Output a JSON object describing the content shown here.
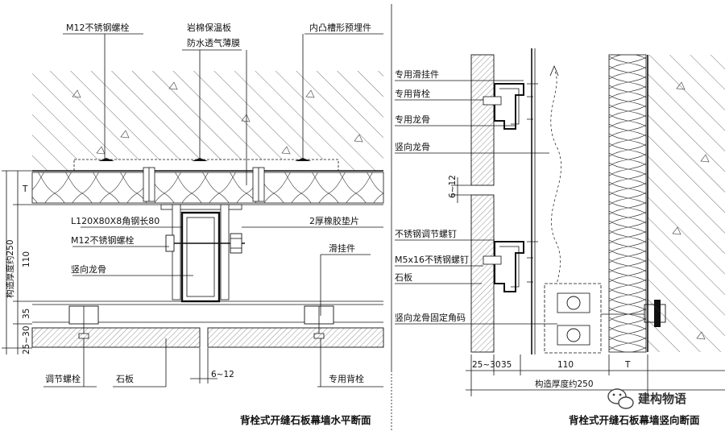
{
  "left_view": {
    "title": "背栓式开缝石板幕墙水平断面",
    "labels": {
      "bolt_top": "M12不锈钢螺栓",
      "insulation": "岩棉保温板",
      "membrane": "防水透气薄膜",
      "embed": "内凸槽形预埋件",
      "angle_steel": "L120X80X8角钢长80",
      "rubber_pad": "2厚橡胶垫片",
      "bolt_mid": "M12不锈钢螺栓",
      "mullion": "竖向龙骨",
      "slide_hanger": "滑挂件",
      "adjust_bolt": "调节螺栓",
      "stone": "石板",
      "back_bolt": "专用背栓"
    },
    "dims": {
      "t": "T",
      "d110": "110",
      "d35": "35",
      "d2530": "25~30",
      "d612": "6~12",
      "overall": "构造厚度约250"
    }
  },
  "right_view": {
    "title": "背栓式开缝石板幕墙竖向断面",
    "labels": {
      "slide_hanger": "专用滑挂件",
      "back_bolt": "专用背栓",
      "keel": "专用龙骨",
      "mullion": "竖向龙骨",
      "adjust_screw": "不锈钢调节螺钉",
      "screw": "M5x16不锈钢螺钉",
      "stone": "石板",
      "fix_angle": "竖向龙骨固定角码"
    },
    "dims": {
      "d612": "6~12",
      "d2530": "25~30",
      "d35": "35",
      "d110": "110",
      "t": "T",
      "overall": "构造厚度约250"
    }
  },
  "watermark": {
    "text": "建构物语",
    "icon": "wechat-icon"
  }
}
